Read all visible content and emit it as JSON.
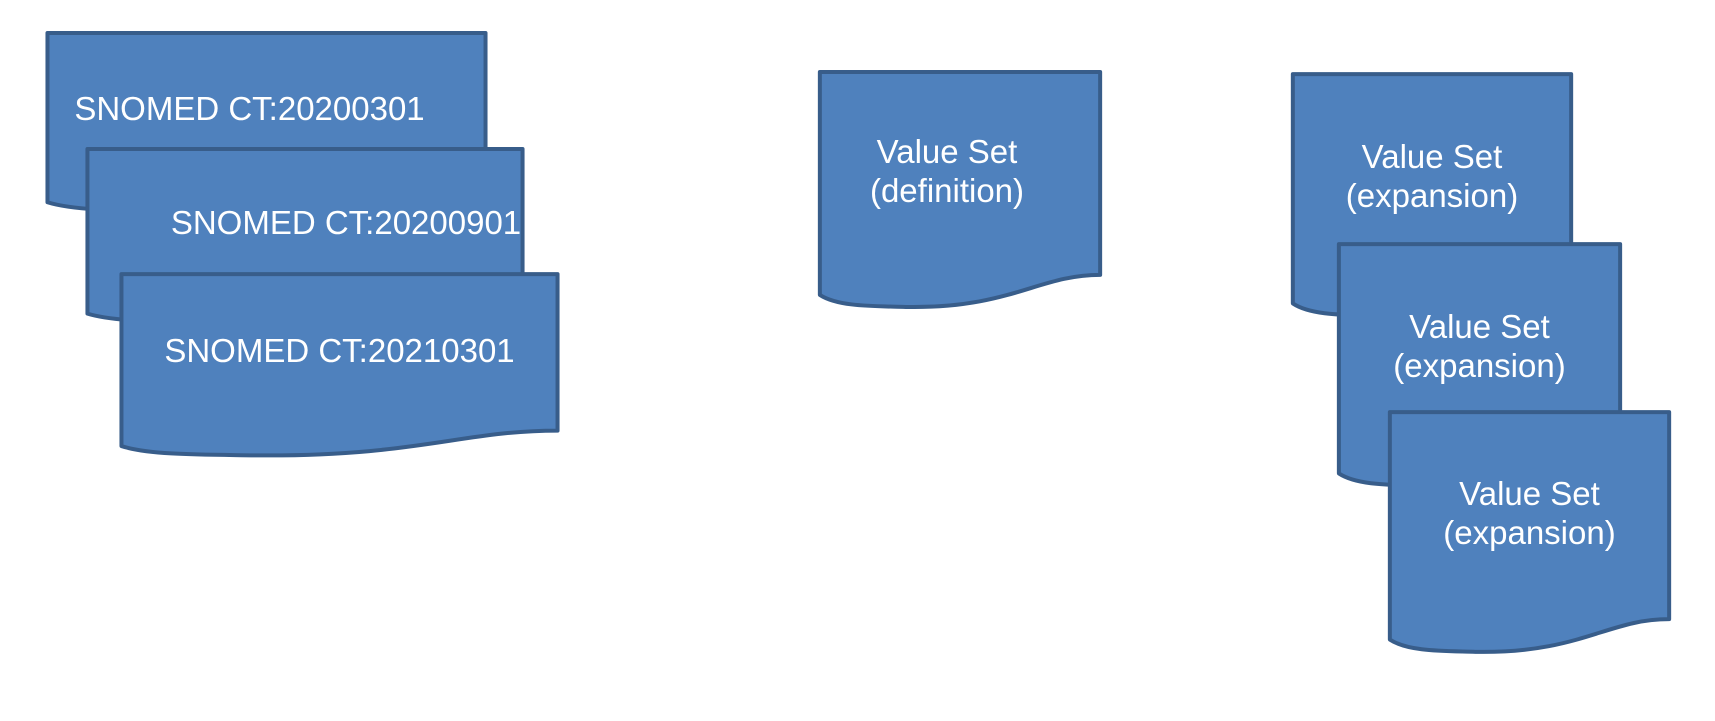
{
  "colors": {
    "background": "#FFFFFF",
    "document_fill": "#4F81BD",
    "document_border": "#385D8A",
    "document_text": "#FFFFFF"
  },
  "diagram": {
    "snomed_stack": {
      "documents": [
        {
          "label": "SNOMED CT:20200301"
        },
        {
          "label": "SNOMED CT:20200901"
        },
        {
          "label": "SNOMED CT:20210301"
        }
      ]
    },
    "definition_doc": {
      "line1": "Value Set",
      "line2": "(definition)"
    },
    "expansion_stack": {
      "documents": [
        {
          "line1": "Value Set",
          "line2": "(expansion)"
        },
        {
          "line1": "Value Set",
          "line2": "(expansion)"
        },
        {
          "line1": "Value Set",
          "line2": "(expansion)"
        }
      ]
    }
  }
}
